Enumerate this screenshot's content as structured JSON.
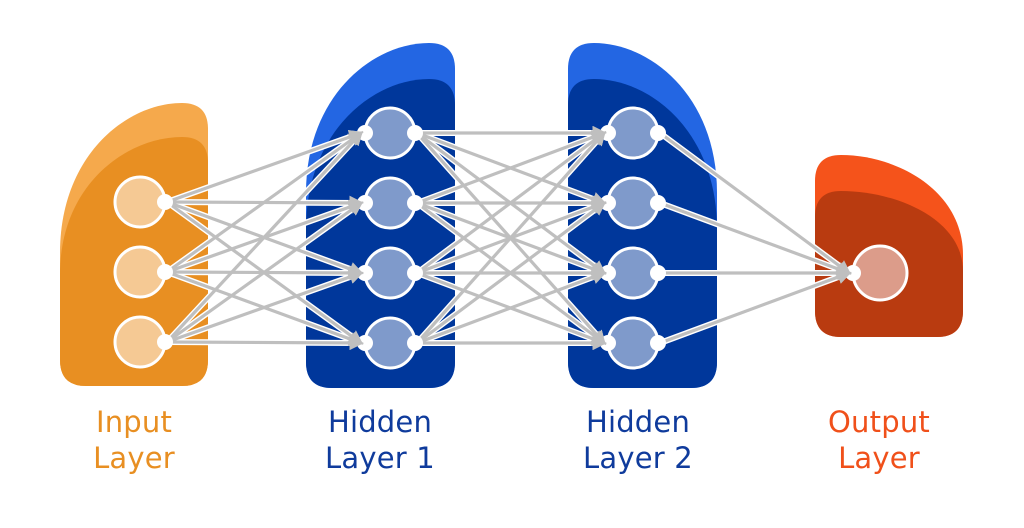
{
  "diagram": {
    "type": "neural-network",
    "layers": [
      {
        "id": "input",
        "label_line1": "Input",
        "label_line2": "Layer",
        "node_count": 3,
        "colors": {
          "panel_light": "#f5a94c",
          "panel_dark": "#e88f22",
          "node_fill": "#f5c994",
          "label": "#e88f22"
        }
      },
      {
        "id": "hidden1",
        "label_line1": "Hidden",
        "label_line2": "Layer 1",
        "node_count": 4,
        "colors": {
          "panel_light": "#2366e3",
          "panel_dark": "#00379b",
          "node_fill": "#7f9acb",
          "label": "#0f3b9c"
        }
      },
      {
        "id": "hidden2",
        "label_line1": "Hidden",
        "label_line2": "Layer 2",
        "node_count": 4,
        "colors": {
          "panel_light": "#2366e3",
          "panel_dark": "#00379b",
          "node_fill": "#7f9acb",
          "label": "#0f3b9c"
        }
      },
      {
        "id": "output",
        "label_line1": "Output",
        "label_line2": "Layer",
        "node_count": 1,
        "colors": {
          "panel_light": "#f5531b",
          "panel_dark": "#b93b10",
          "node_fill": "#dc9c8a",
          "label": "#f0501a"
        }
      }
    ],
    "connections": "fully-connected",
    "edge_color": "#bfbfbf",
    "node_stroke": "#ffffff"
  }
}
